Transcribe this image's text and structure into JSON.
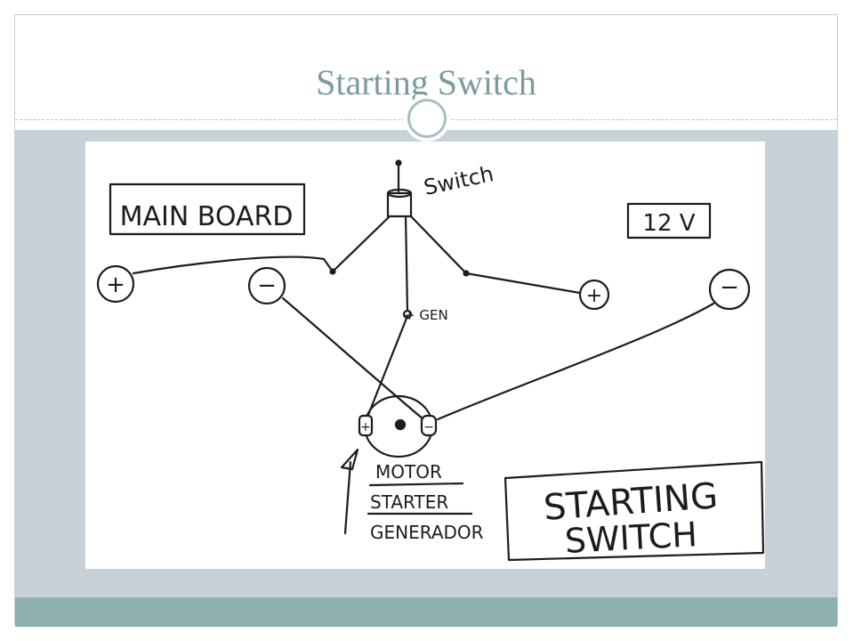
{
  "slide": {
    "title": "Starting Switch"
  },
  "diagram": {
    "labels": {
      "main_board": "MAIN BOARD",
      "switch": "Switch",
      "voltage": "12 V",
      "gen": "+ GEN",
      "motor": "MOTOR",
      "starter": "STARTER",
      "generador": "GENERADOR",
      "starting": "STARTING",
      "switch_big": "SWITCH"
    },
    "terminals": {
      "plus": "+",
      "minus": "−"
    }
  }
}
